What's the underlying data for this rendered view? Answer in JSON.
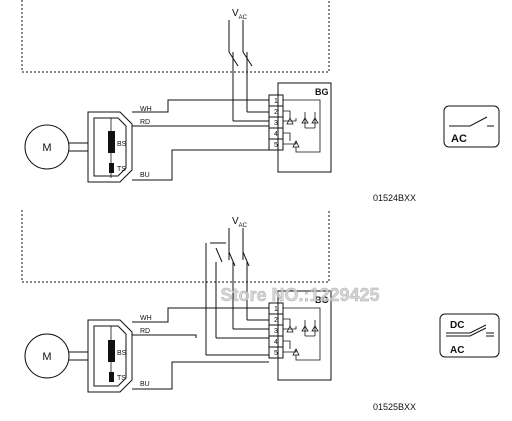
{
  "diagrams": [
    {
      "supply_label": "V",
      "supply_sub": "AC",
      "motor_label": "M",
      "wire_labels": [
        "WH",
        "RD",
        "BU"
      ],
      "coil_label": "BS",
      "sensor_label": "TS",
      "module_label": "BG",
      "terminals": [
        "1",
        "2",
        "3",
        "4",
        "5"
      ],
      "code": "01524BXX",
      "switch_icon": {
        "top": "",
        "bottom": "AC"
      }
    },
    {
      "supply_label": "V",
      "supply_sub": "AC",
      "motor_label": "M",
      "wire_labels": [
        "WH",
        "RD",
        "BU"
      ],
      "coil_label": "BS",
      "sensor_label": "TS",
      "module_label": "BG",
      "terminals": [
        "1",
        "2",
        "3",
        "4",
        "5"
      ],
      "code": "01525BXX",
      "switch_icon": {
        "top": "DC",
        "bottom": "AC"
      }
    }
  ],
  "watermark": "Store NO.:1229425"
}
